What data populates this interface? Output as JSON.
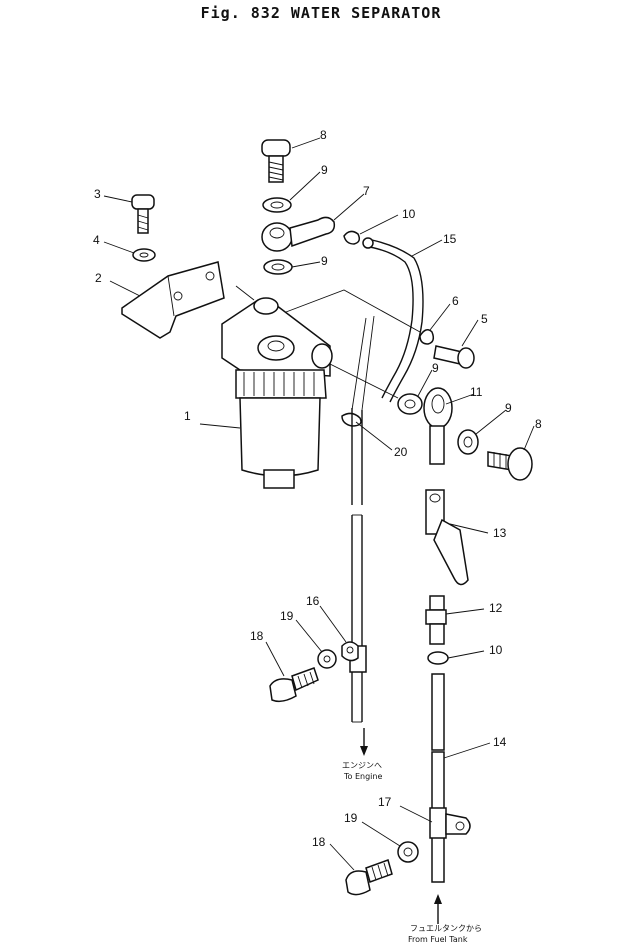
{
  "figure": {
    "title": "Fig. 832   WATER SEPARATOR"
  },
  "callouts": [
    "1",
    "2",
    "3",
    "4",
    "5",
    "6",
    "7",
    "8",
    "9",
    "10",
    "11",
    "12",
    "13",
    "14",
    "15",
    "16",
    "17",
    "18",
    "19",
    "20"
  ],
  "labels": {
    "c1": "1",
    "c2": "2",
    "c3": "3",
    "c4": "4",
    "c5": "5",
    "c6": "6",
    "c7": "7",
    "c8a": "8",
    "c8b": "8",
    "c9a": "9",
    "c9b": "9",
    "c9c": "9",
    "c9d": "9",
    "c10a": "10",
    "c10b": "10",
    "c11": "11",
    "c12": "12",
    "c13": "13",
    "c14": "14",
    "c15": "15",
    "c16": "16",
    "c17": "17",
    "c18a": "18",
    "c18b": "18",
    "c19a": "19",
    "c19b": "19",
    "c20": "20"
  },
  "notes": {
    "to_engine_jp": "エンジンへ",
    "to_engine_en": "To Engine",
    "from_tank_jp": "フュエルタンクから",
    "from_tank_en": "From Fuel Tank"
  }
}
